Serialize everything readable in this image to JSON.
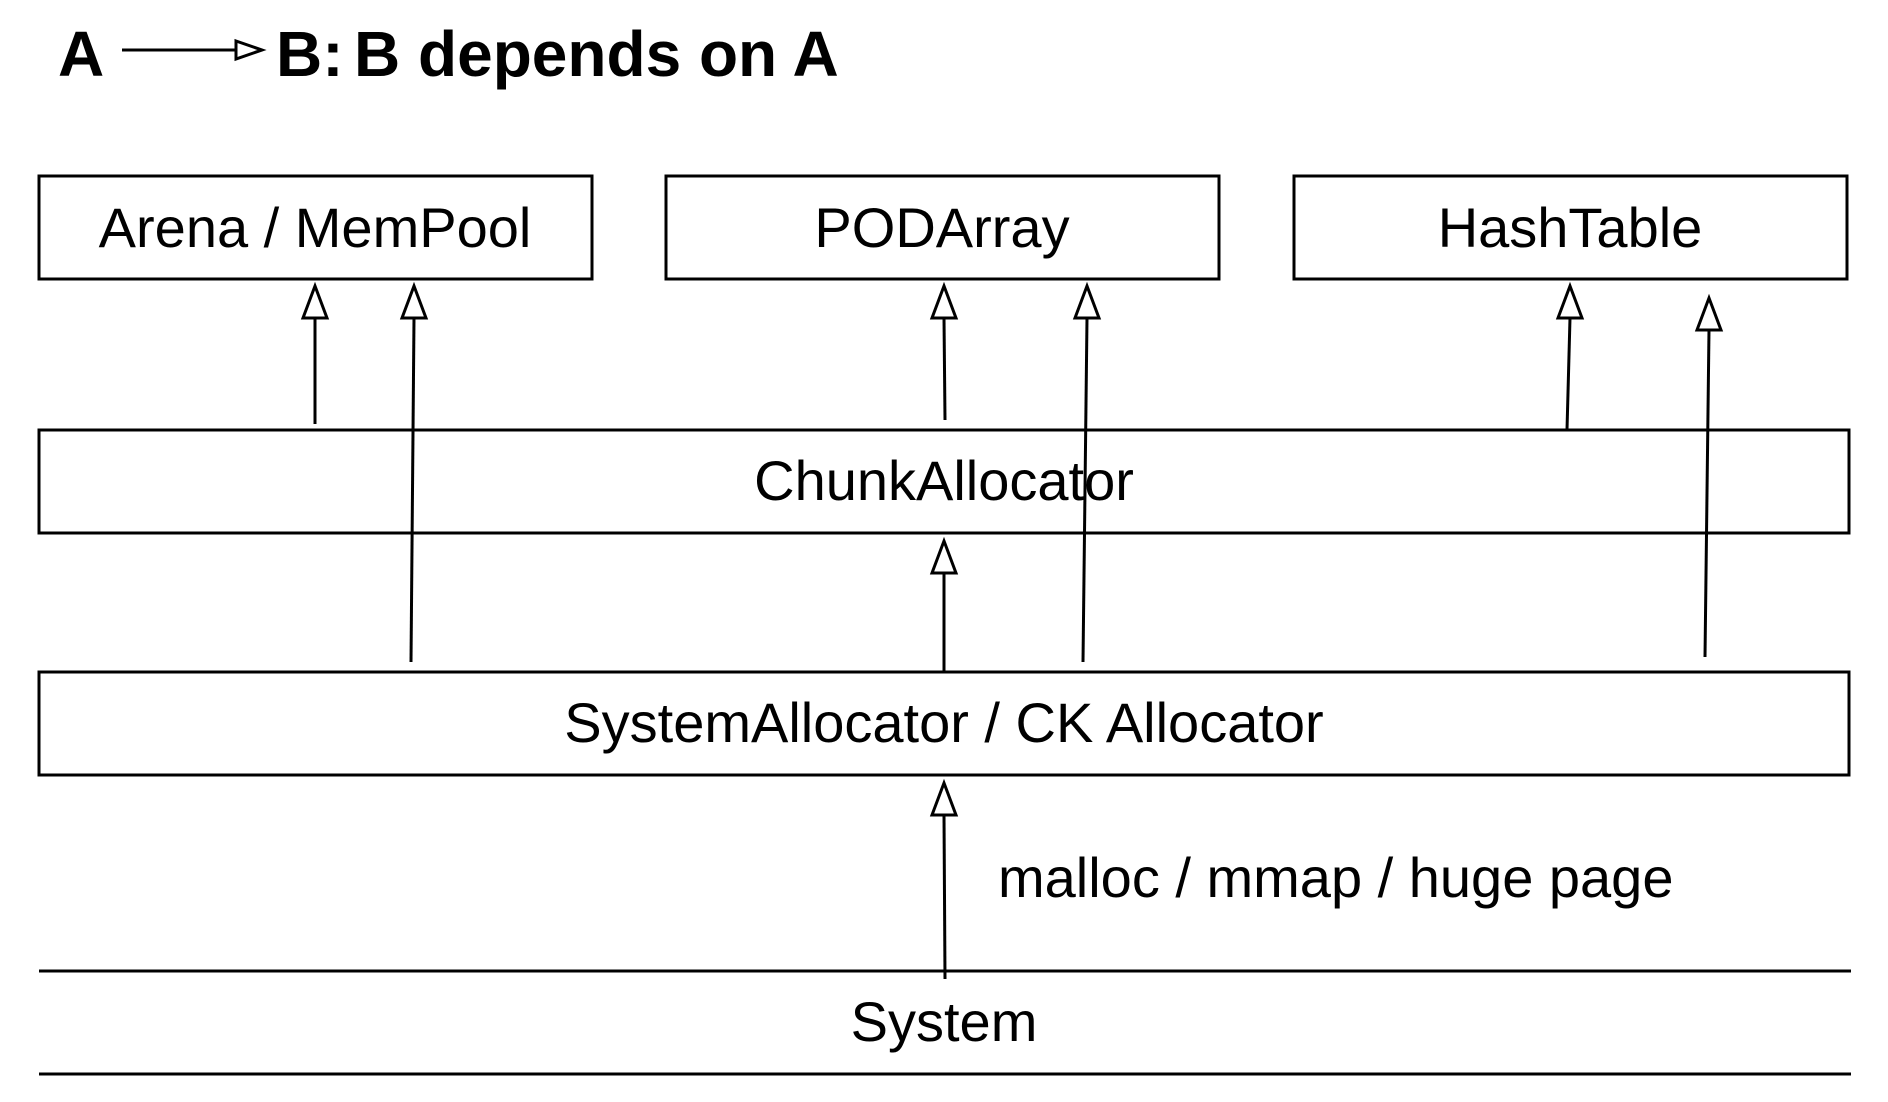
{
  "legend": {
    "a": "A",
    "b": "B:",
    "text": "B depends on A"
  },
  "boxes": {
    "arena": "Arena / MemPool",
    "podarray": "PODArray",
    "hashtable": "HashTable",
    "chunk": "ChunkAllocator",
    "sysalloc": "SystemAllocator / CK Allocator"
  },
  "edge_label": "malloc / mmap / huge page",
  "system_label": "System",
  "colors": {
    "stroke": "#000000",
    "background": "#ffffff"
  },
  "edges": [
    {
      "from": "chunk",
      "to": "arena"
    },
    {
      "from": "sysalloc",
      "to": "arena"
    },
    {
      "from": "chunk",
      "to": "podarray"
    },
    {
      "from": "sysalloc",
      "to": "podarray"
    },
    {
      "from": "chunk",
      "to": "hashtable"
    },
    {
      "from": "sysalloc",
      "to": "hashtable"
    },
    {
      "from": "sysalloc",
      "to": "chunk"
    },
    {
      "from": "system",
      "to": "sysalloc"
    }
  ]
}
